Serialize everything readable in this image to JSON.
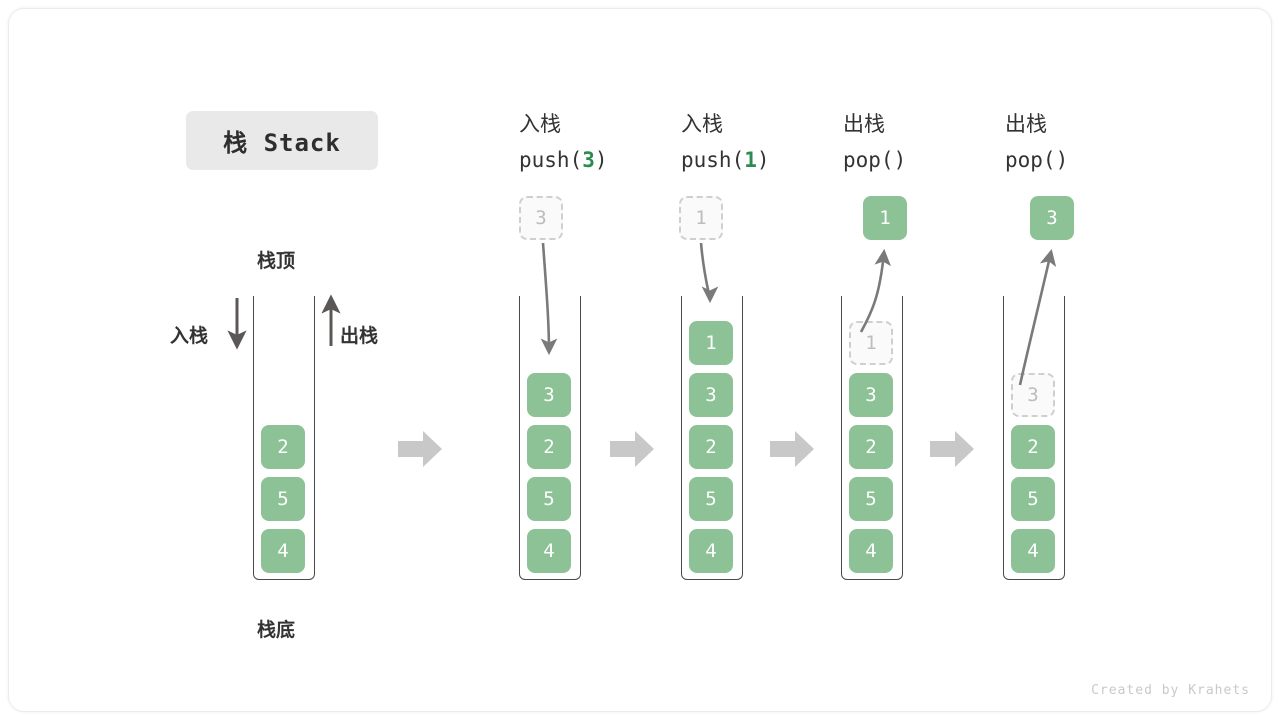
{
  "figure": {
    "title": "栈 Stack",
    "footer": "Created by Krahets",
    "accent_green": "#8cc295",
    "accent_green_text": "#2e8b4f",
    "ghost_border": "#cfcfcf",
    "arrow_gray": "#7a7a7a",
    "step_arrow_gray": "#c8c8c8"
  },
  "legend": {
    "top_label": "栈顶",
    "bottom_label": "栈底",
    "push_label": "入栈",
    "pop_label": "出栈"
  },
  "base_stack": {
    "cells": [
      "2",
      "5",
      "4"
    ]
  },
  "steps": [
    {
      "title_cn": "入栈",
      "op_prefix": "push(",
      "op_value": "3",
      "op_suffix": ")",
      "floating": {
        "value": "3",
        "state": "ghost",
        "position": "above"
      },
      "cells": [
        {
          "value": "3",
          "state": "solid"
        },
        {
          "value": "2",
          "state": "solid"
        },
        {
          "value": "5",
          "state": "solid"
        },
        {
          "value": "4",
          "state": "solid"
        }
      ],
      "arrow_direction": "down"
    },
    {
      "title_cn": "入栈",
      "op_prefix": "push(",
      "op_value": "1",
      "op_suffix": ")",
      "floating": {
        "value": "1",
        "state": "ghost",
        "position": "above"
      },
      "cells": [
        {
          "value": "1",
          "state": "solid"
        },
        {
          "value": "3",
          "state": "solid"
        },
        {
          "value": "2",
          "state": "solid"
        },
        {
          "value": "5",
          "state": "solid"
        },
        {
          "value": "4",
          "state": "solid"
        }
      ],
      "arrow_direction": "down"
    },
    {
      "title_cn": "出栈",
      "op_prefix": "pop(",
      "op_value": "",
      "op_suffix": ")",
      "floating": {
        "value": "1",
        "state": "solid",
        "position": "above"
      },
      "cells": [
        {
          "value": "1",
          "state": "ghost"
        },
        {
          "value": "3",
          "state": "solid"
        },
        {
          "value": "2",
          "state": "solid"
        },
        {
          "value": "5",
          "state": "solid"
        },
        {
          "value": "4",
          "state": "solid"
        }
      ],
      "arrow_direction": "up"
    },
    {
      "title_cn": "出栈",
      "op_prefix": "pop(",
      "op_value": "",
      "op_suffix": ")",
      "floating": {
        "value": "3",
        "state": "solid",
        "position": "above"
      },
      "cells": [
        {
          "value": "3",
          "state": "ghost"
        },
        {
          "value": "2",
          "state": "solid"
        },
        {
          "value": "5",
          "state": "solid"
        },
        {
          "value": "4",
          "state": "solid"
        }
      ],
      "arrow_direction": "up"
    }
  ],
  "step_separators": [
    "→",
    "→",
    "→",
    "→"
  ]
}
